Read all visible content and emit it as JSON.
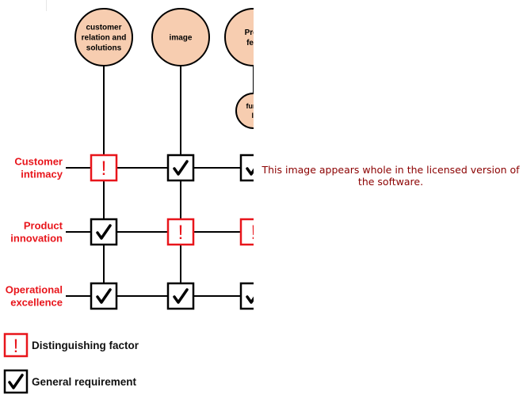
{
  "columns": [
    {
      "id": "customer",
      "lines": [
        "customer",
        "relation and",
        "solutions"
      ]
    },
    {
      "id": "image",
      "lines": [
        "image"
      ]
    },
    {
      "id": "product-features",
      "lines": [
        "Prod",
        "feat"
      ]
    }
  ],
  "extra_node": {
    "id": "functionality",
    "lines": [
      "func",
      "li"
    ]
  },
  "rows": [
    {
      "id": "customer-intimacy",
      "lines": [
        "Customer",
        "intimacy"
      ],
      "cells": [
        "distinguishing",
        "general",
        "general"
      ]
    },
    {
      "id": "product-innovation",
      "lines": [
        "Product",
        "innovation"
      ],
      "cells": [
        "general",
        "distinguishing",
        "distinguishing"
      ]
    },
    {
      "id": "operational-excellence",
      "lines": [
        "Operational",
        "excellence"
      ],
      "cells": [
        "general",
        "general",
        "general"
      ]
    }
  ],
  "symbols": {
    "distinguishing": "!"
  },
  "legend": {
    "distinguishing": "Distinguishing factor",
    "general": "General requirement"
  },
  "watermark": "This image appears whole in the licensed version of the software.",
  "colors": {
    "circle_fill": "#f7cdb0",
    "row_label": "#e8151b",
    "distinguishing": "#e8151b",
    "general": "#000000",
    "watermark": "#8b0000"
  }
}
